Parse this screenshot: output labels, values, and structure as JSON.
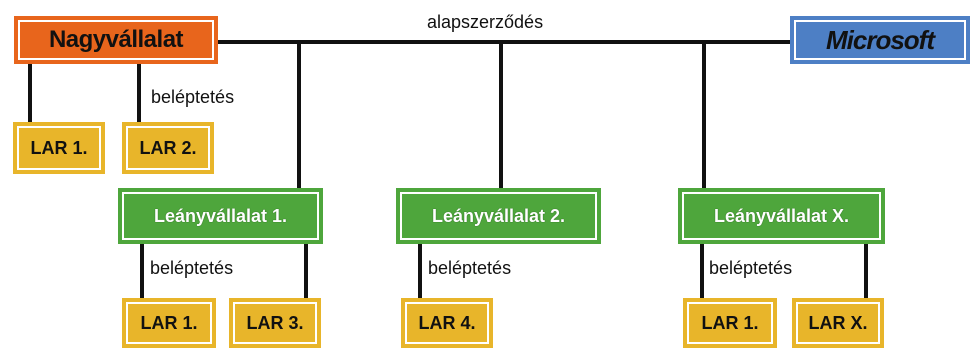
{
  "top": {
    "parent_company": "Nagyvállalat",
    "vendor": "Microsoft",
    "contract_label": "alapszerződés"
  },
  "parent_group": {
    "enrollment_label": "beléptetés",
    "lars": [
      "LAR 1.",
      "LAR 2."
    ]
  },
  "subsidiaries": [
    {
      "name": "Leányvállalat 1.",
      "enrollment_label": "beléptetés",
      "lars": [
        "LAR 1.",
        "LAR 3."
      ]
    },
    {
      "name": "Leányvállalat 2.",
      "enrollment_label": "beléptetés",
      "lars": [
        "LAR 4."
      ]
    },
    {
      "name": "Leányvállalat X.",
      "enrollment_label": "beléptetés",
      "lars": [
        "LAR 1.",
        "LAR X."
      ]
    }
  ],
  "colors": {
    "parent_box": "#e8651c",
    "vendor_box": "#4d7fc5",
    "subsidiary_box": "#4ea63c",
    "lar_box": "#e8b52a",
    "connector": "#111111"
  }
}
